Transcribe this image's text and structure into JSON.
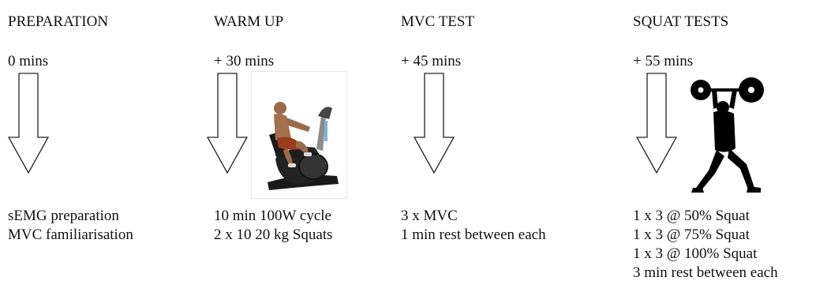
{
  "stages": [
    {
      "title": "PREPARATION",
      "time": "0 mins",
      "description": [
        "sEMG preparation",
        "MVC familiarisation"
      ]
    },
    {
      "title": "WARM UP",
      "time": "+ 30 mins",
      "description": [
        "10 min 100W cycle",
        "2 x 10 20 kg Squats"
      ],
      "illustration": "exercise-bike-icon"
    },
    {
      "title": "MVC TEST",
      "time": "+ 45 mins",
      "description": [
        "3 x MVC",
        "1 min rest between each"
      ]
    },
    {
      "title": "SQUAT TESTS",
      "time": "+  55 mins",
      "description": [
        "1 x 3 @ 50% Squat",
        "1 x 3 @ 75% Squat",
        "1 x 3 @ 100% Squat",
        "3 min rest between each"
      ],
      "illustration": "weightlifter-icon"
    }
  ],
  "colors": {
    "text": "#111111",
    "arrow_stroke": "#222222",
    "silhouette": "#000000"
  }
}
